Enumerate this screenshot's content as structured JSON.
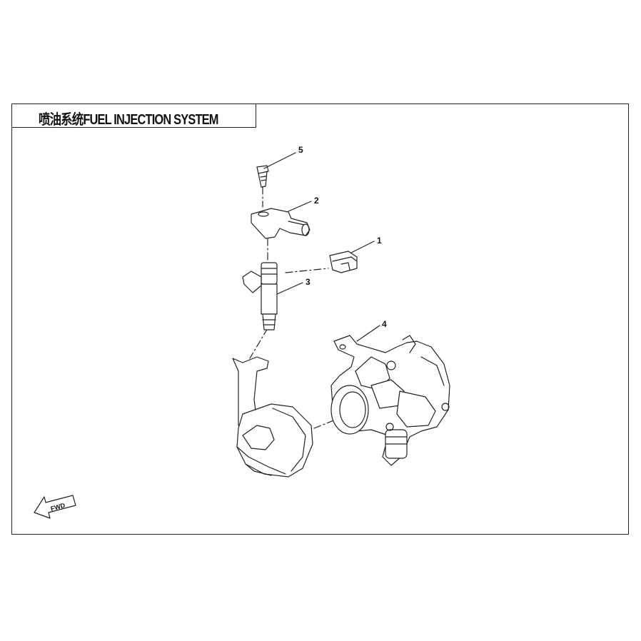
{
  "title": "喷油系统FUEL INJECTION SYSTEM",
  "callouts": [
    {
      "id": "1",
      "part": "clip"
    },
    {
      "id": "2",
      "part": "fuel-rail"
    },
    {
      "id": "3",
      "part": "fuel-injector"
    },
    {
      "id": "4",
      "part": "throttle-body"
    },
    {
      "id": "5",
      "part": "bolt"
    }
  ],
  "direction_indicator": "FWD"
}
